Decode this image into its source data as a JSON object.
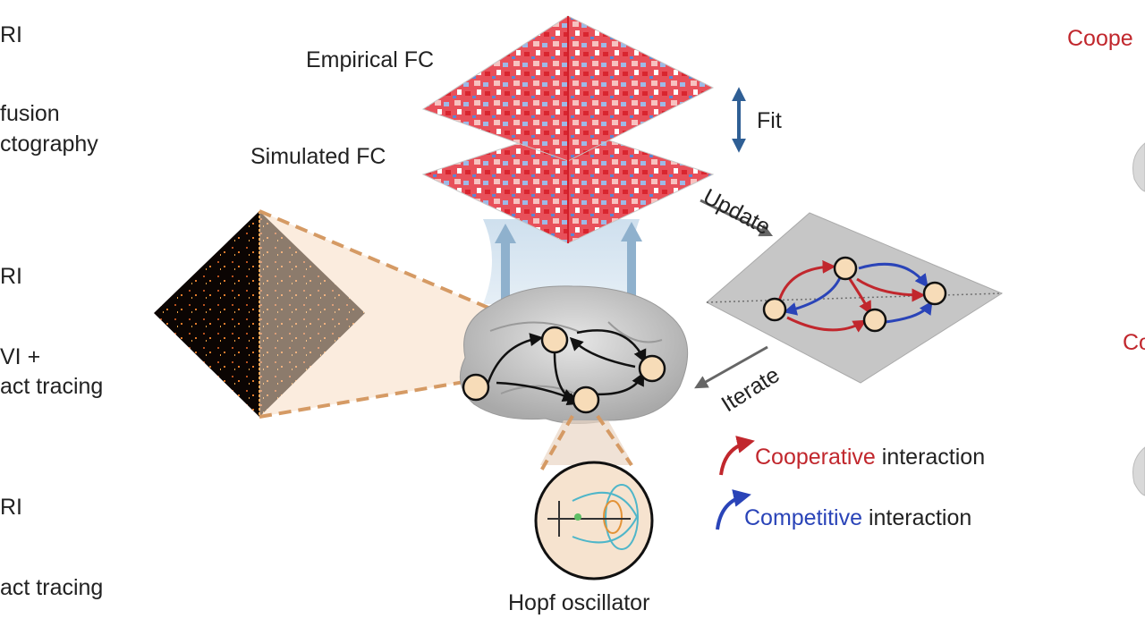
{
  "left_labels": {
    "row1": "RI",
    "row2_line1": "fusion",
    "row2_line2": "ctography",
    "row3": "RI",
    "row4_line1": "VI +",
    "row4_line2": "act tracing",
    "row5": "RI",
    "row6": "act tracing"
  },
  "matrices": {
    "empirical": "Empirical FC",
    "simulated": "Simulated FC"
  },
  "arrows": {
    "fit": "Fit",
    "update": "Update",
    "iterate": "Iterate"
  },
  "oscillator": "Hopf oscillator",
  "legend": {
    "cooperative_word": "Cooperative",
    "cooperative_rest": " interaction",
    "competitive_word": "Competitive",
    "competitive_rest": " interaction"
  },
  "right_edge": {
    "top": "Coope",
    "middle": "Co"
  },
  "colors": {
    "cooperative": "#c1272d",
    "competitive": "#2a44b8",
    "fit_arrow": "#2f5f95",
    "node_fill": "#f7dcb8"
  }
}
